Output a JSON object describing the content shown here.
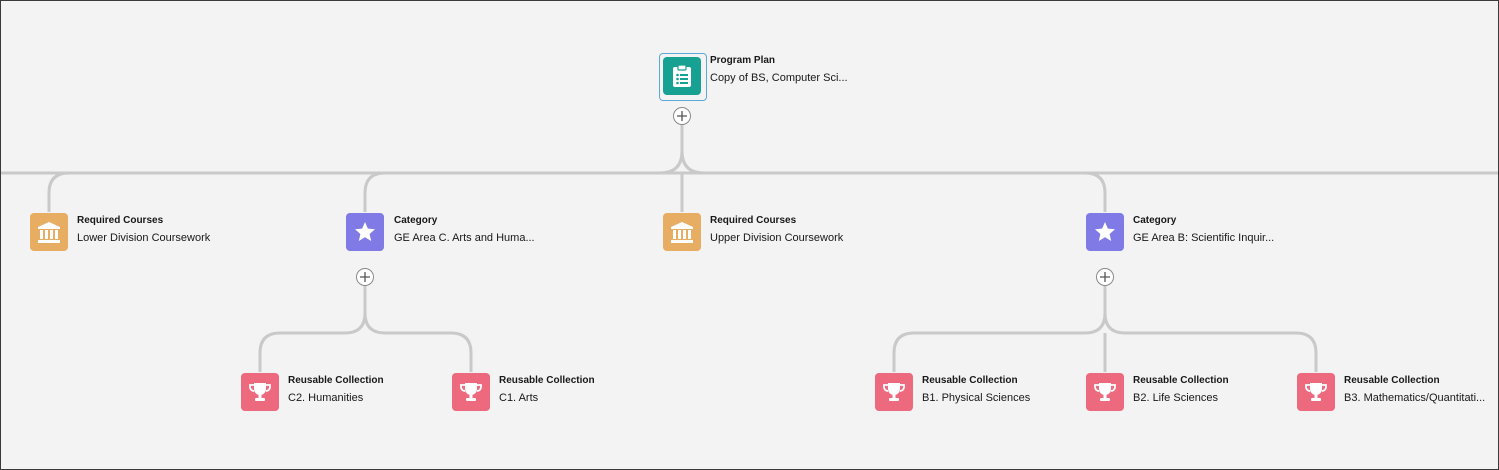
{
  "colors": {
    "program_plan": "#16a192",
    "required_courses": "#e6ad63",
    "category": "#7f7ae6",
    "reusable_collection": "#ed6a7e",
    "connector": "#c9c9c9",
    "canvas": "#f3f3f3"
  },
  "nodes": {
    "root": {
      "type": "Program Plan",
      "name": "Copy of BS, Computer Sci...",
      "icon": "clipboard-list-icon"
    },
    "req_lower": {
      "type": "Required Courses",
      "name": "Lower Division Coursework",
      "icon": "institution-icon"
    },
    "cat_c": {
      "type": "Category",
      "name": "GE Area C. Arts and Huma...",
      "icon": "star-icon"
    },
    "req_upper": {
      "type": "Required Courses",
      "name": "Upper Division Coursework",
      "icon": "institution-icon"
    },
    "cat_b": {
      "type": "Category",
      "name": "GE Area B: Scientific Inquir...",
      "icon": "star-icon"
    },
    "c2": {
      "type": "Reusable Collection",
      "name": "C2. Humanities",
      "icon": "trophy-icon"
    },
    "c1": {
      "type": "Reusable Collection",
      "name": "C1. Arts",
      "icon": "trophy-icon"
    },
    "b1": {
      "type": "Reusable Collection",
      "name": "B1. Physical Sciences",
      "icon": "trophy-icon"
    },
    "b2": {
      "type": "Reusable Collection",
      "name": "B2. Life Sciences",
      "icon": "trophy-icon"
    },
    "b3": {
      "type": "Reusable Collection",
      "name": "B3. Mathematics/Quantitati...",
      "icon": "trophy-icon"
    }
  }
}
